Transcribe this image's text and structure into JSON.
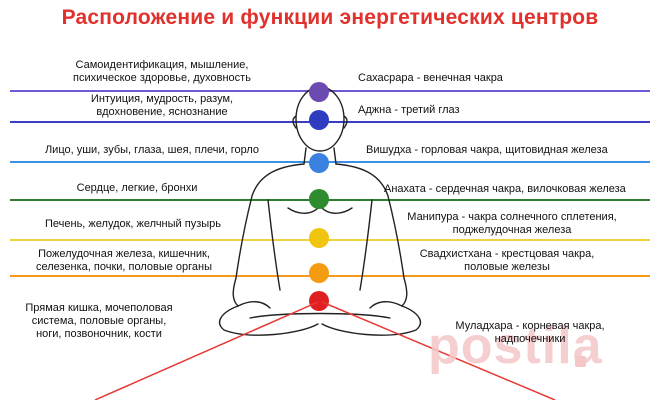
{
  "title": "Расположение и функции энергетических центров",
  "left_labels": [
    [
      "Самоидентификация, мышление,",
      "психическое здоровье, духовность"
    ],
    [
      "Интуиция, мудрость, разум,",
      "вдохновение, яснознание"
    ],
    [
      "Лицо, уши, зубы, глаза, шея, плечи, горло"
    ],
    [
      "Сердце, легкие, бронхи"
    ],
    [
      "Печень, желудок, желчный пузырь"
    ],
    [
      "Пожелудочная железа, кишечник,",
      "селезенка, почки, половые органы"
    ],
    [
      "Прямая кишка, мочеполовая",
      "система, половые органы,",
      "ноги, позвоночник, кости"
    ]
  ],
  "right_labels": [
    [
      "Сахасрара -   венечная чакра"
    ],
    [
      "Аджна - третий глаз"
    ],
    [
      "Вишудха - горловая чакра, щитовидная железа"
    ],
    [
      "Анахата - сердечная чакра, вилочковая железа"
    ],
    [
      "Манипура - чакра солнечного сплетения,",
      "поджелудочная железа"
    ],
    [
      "Свадхистхана - крестцовая чакра,",
      "половые железы"
    ],
    [
      "Муладхара - корневая чакра,",
      "надпочечники"
    ]
  ],
  "colors": {
    "title": "#e0312d",
    "chakras": [
      "#6c4bb0",
      "#2e3cc0",
      "#3b82e0",
      "#2e8b2e",
      "#f1c40f",
      "#f39c12",
      "#e02020"
    ],
    "lines": [
      "#6b5bd6",
      "#3b3bc8",
      "#3d8fe3",
      "#2f7d2f",
      "#f2d23a",
      "#f39a1a"
    ],
    "arrows": "#e53935"
  },
  "watermark": "postila"
}
